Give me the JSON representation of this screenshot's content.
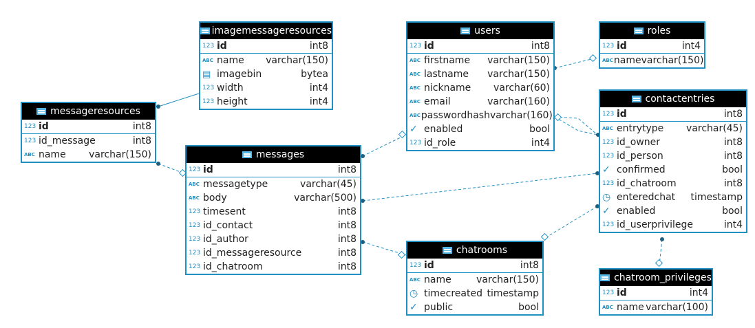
{
  "tables": {
    "imagemessageresources": {
      "title": "imagemessageresources",
      "pk": {
        "icon": "123",
        "name": "id",
        "type": "int8"
      },
      "cols": [
        {
          "icon": "ABC",
          "name": "name",
          "type": "varchar(150)"
        },
        {
          "icon": "binary",
          "name": "imagebin",
          "type": "bytea"
        },
        {
          "icon": "123",
          "name": "width",
          "type": "int4"
        },
        {
          "icon": "123",
          "name": "height",
          "type": "int4"
        }
      ]
    },
    "users": {
      "title": "users",
      "pk": {
        "icon": "123",
        "name": "id",
        "type": "int8"
      },
      "cols": [
        {
          "icon": "ABC",
          "name": "firstname",
          "type": "varchar(150)"
        },
        {
          "icon": "ABC",
          "name": "lastname",
          "type": "varchar(150)"
        },
        {
          "icon": "ABC",
          "name": "nickname",
          "type": "varchar(60)"
        },
        {
          "icon": "ABC",
          "name": "email",
          "type": "varchar(160)"
        },
        {
          "icon": "ABC",
          "name": "passwordhash",
          "type": "varchar(160)"
        },
        {
          "icon": "check",
          "name": "enabled",
          "type": "bool"
        },
        {
          "icon": "123",
          "name": "id_role",
          "type": "int4"
        }
      ]
    },
    "roles": {
      "title": "roles",
      "pk": {
        "icon": "123",
        "name": "id",
        "type": "int4"
      },
      "cols": [
        {
          "icon": "ABC",
          "name": "name",
          "type": "varchar(150)"
        }
      ]
    },
    "messageresources": {
      "title": "messageresources",
      "pk": {
        "icon": "123",
        "name": "id",
        "type": "int8"
      },
      "cols": [
        {
          "icon": "123",
          "name": "id_message",
          "type": "int8"
        },
        {
          "icon": "ABC",
          "name": "name",
          "type": "varchar(150)"
        }
      ]
    },
    "messages": {
      "title": "messages",
      "pk": {
        "icon": "123",
        "name": "id",
        "type": "int8"
      },
      "cols": [
        {
          "icon": "ABC",
          "name": "messagetype",
          "type": "varchar(45)"
        },
        {
          "icon": "ABC",
          "name": "body",
          "type": "varchar(500)"
        },
        {
          "icon": "123",
          "name": "timesent",
          "type": "int8"
        },
        {
          "icon": "123",
          "name": "id_contact",
          "type": "int8"
        },
        {
          "icon": "123",
          "name": "id_author",
          "type": "int8"
        },
        {
          "icon": "123",
          "name": "id_messageresource",
          "type": "int8"
        },
        {
          "icon": "123",
          "name": "id_chatroom",
          "type": "int8"
        }
      ]
    },
    "contactentries": {
      "title": "contactentries",
      "pk": {
        "icon": "123",
        "name": "id",
        "type": "int8"
      },
      "cols": [
        {
          "icon": "ABC",
          "name": "entrytype",
          "type": "varchar(45)"
        },
        {
          "icon": "123",
          "name": "id_owner",
          "type": "int8"
        },
        {
          "icon": "123",
          "name": "id_person",
          "type": "int8"
        },
        {
          "icon": "check",
          "name": "confirmed",
          "type": "bool"
        },
        {
          "icon": "123",
          "name": "id_chatroom",
          "type": "int8"
        },
        {
          "icon": "clock",
          "name": "enteredchat",
          "type": "timestamp"
        },
        {
          "icon": "check",
          "name": "enabled",
          "type": "bool"
        },
        {
          "icon": "123",
          "name": "id_userprivilege",
          "type": "int4"
        }
      ]
    },
    "chatrooms": {
      "title": "chatrooms",
      "pk": {
        "icon": "123",
        "name": "id",
        "type": "int8"
      },
      "cols": [
        {
          "icon": "ABC",
          "name": "name",
          "type": "varchar(150)"
        },
        {
          "icon": "clock",
          "name": "timecreated",
          "type": "timestamp"
        },
        {
          "icon": "check",
          "name": "public",
          "type": "bool"
        }
      ]
    },
    "chatroom_privileges": {
      "title": "chatroom_privileges",
      "pk": {
        "icon": "123",
        "name": "id",
        "type": "int4"
      },
      "cols": [
        {
          "icon": "ABC",
          "name": "name",
          "type": "varchar(100)"
        }
      ]
    }
  },
  "colors": {
    "border": "#1f8fc4",
    "header": "#000000",
    "header_text": "#ffffff",
    "icon": "#1f8fc4"
  }
}
